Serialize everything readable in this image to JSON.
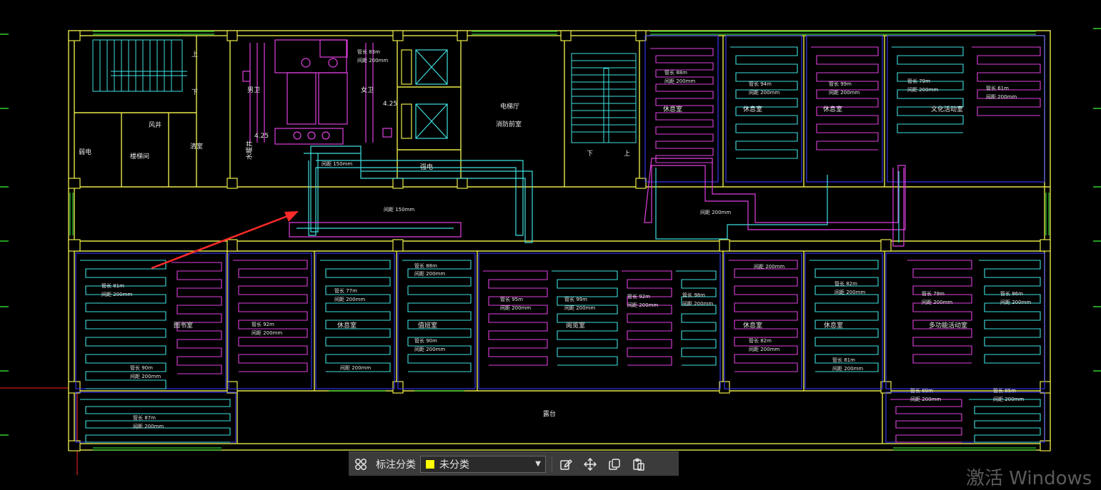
{
  "colors": {
    "wall": "#e8e84a",
    "pipe_magenta": "#e040e0",
    "pipe_cyan": "#40e0e0",
    "grid_blue": "#3a3aff",
    "green": "#30d030",
    "arrow": "#ff2a2a"
  },
  "rooms": {
    "stair_up_1": "上",
    "stair_down_1": "下",
    "weak_elec": "弱电",
    "stairwell": "楼梯间",
    "wind_shaft": "风井",
    "clean_room": "清室",
    "male_wc": "男卫",
    "female_wc": "女卫",
    "water_room": "水暖井",
    "elevator_hall": "电梯厅",
    "fire_lobby": "消防前室",
    "strong_elec": "强电",
    "stair_down_2": "下",
    "stair_up_2": "上",
    "rest_1": "休息室",
    "rest_2": "休息室",
    "rest_3": "休息室",
    "activity_1": "文化活动室",
    "library": "图书室",
    "rest_4": "休息室",
    "duty_room": "值班室",
    "reading": "阅览室",
    "rest_5": "休息室",
    "rest_6": "休息室",
    "multi_activity": "多功能活动室",
    "terrace": "露台"
  },
  "dims": {
    "d1": "4.25",
    "d2": "4.25"
  },
  "pipe_labels": {
    "t1_len": "管长  83m",
    "t1_gap": "间距  200mm",
    "r1_len": "管长  88m",
    "r1_gap": "间距  200mm",
    "r2_len": "管长  94m",
    "r2_gap": "间距  200mm",
    "r3_len": "管长  99m",
    "r3_gap": "间距  200mm",
    "r4_len": "管长  79m",
    "r4_gap": "间距  200mm",
    "r5_len": "管长  61m",
    "r5_gap": "间距  200mm",
    "corr1_gap": "间距  150mm",
    "corr2_gap": "间距  150mm",
    "corr3_gap": "间距  200mm",
    "l1_len": "管长  81m",
    "l1_gap": "间距  200mm",
    "l2_len": "管长  92m",
    "l2_gap": "间距  200mm",
    "l3_len": "管长  90m",
    "l3_gap": "间距  200mm",
    "l4_len": "管长  87m",
    "l4_gap": "间距  200mm",
    "m1_len": "管长  77m",
    "m1_gap": "间距  200mm",
    "m1_gap2": "间距  200mm",
    "m2_len": "管长  88m",
    "m2_gap": "间距  200mm",
    "m3_len": "管长  90m",
    "m3_gap": "间距  200mm",
    "m4_len": "管长  95m",
    "m4_gap": "间距  200mm",
    "m5_len": "管长  99m",
    "m5_gap": "间距  200mm",
    "m6_len": "管长  92m",
    "m6_gap": "间距  200mm",
    "m7_len": "管长  98m",
    "m7_gap": "间距  200mm",
    "n1_gap": "间距  200mm",
    "n2_len": "管长  82m",
    "n2_gap": "间距  200mm",
    "n3_len": "管长  82m",
    "n3_gap": "间距  200mm",
    "n4_len": "管长  81m",
    "n4_gap": "间距  200mm",
    "p1_len": "管长  79m",
    "p1_gap": "间距  200mm",
    "p2_len": "管长  86m",
    "p2_gap": "间距  200mm",
    "p3_len": "管长  89m",
    "p3_gap": "间距  200mm",
    "p4_len": "管长  85m",
    "p4_gap": "间距  200mm"
  },
  "toolbar": {
    "annotate_category_label": "标注分类",
    "category_value": "未分类",
    "category_color": "#ffff00",
    "icons": [
      "grid-icon",
      "edit-icon",
      "move-icon",
      "copy-icon",
      "paste-icon"
    ]
  },
  "watermark": "激活 Windows"
}
